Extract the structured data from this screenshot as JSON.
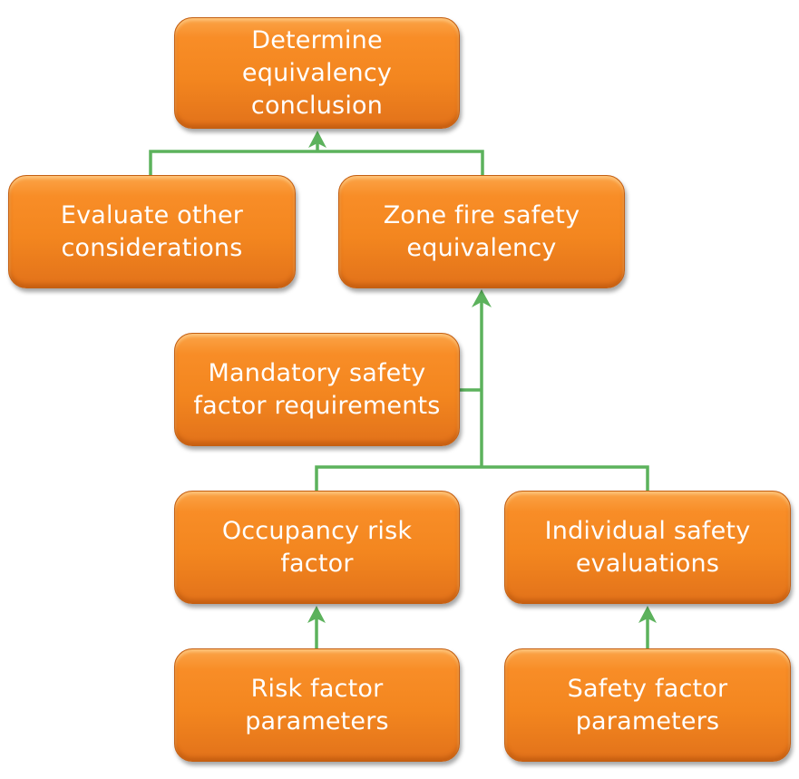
{
  "diagram": {
    "type": "flowchart",
    "colors": {
      "node_fill": "#f5891f",
      "node_border": "#c45f12",
      "node_text": "#ffffff",
      "connector": "#5cb25c"
    },
    "nodes": [
      {
        "id": "determine",
        "label": "Determine\nequivalency\nconclusion"
      },
      {
        "id": "evaluate-other",
        "label": "Evaluate other\nconsiderations"
      },
      {
        "id": "zone-fire",
        "label": "Zone fire safety\nequivalency"
      },
      {
        "id": "mandatory",
        "label": "Mandatory safety\nfactor requirements"
      },
      {
        "id": "occupancy-risk",
        "label": "Occupancy risk\nfactor"
      },
      {
        "id": "individual-safety",
        "label": "Individual safety\nevaluations"
      },
      {
        "id": "risk-params",
        "label": "Risk factor\nparameters"
      },
      {
        "id": "safety-params",
        "label": "Safety factor\nparameters"
      }
    ],
    "edges": [
      {
        "from": "evaluate-other",
        "to": "determine"
      },
      {
        "from": "zone-fire",
        "to": "determine"
      },
      {
        "from": "mandatory",
        "to": "zone-fire"
      },
      {
        "from": "occupancy-risk",
        "to": "zone-fire"
      },
      {
        "from": "individual-safety",
        "to": "zone-fire"
      },
      {
        "from": "risk-params",
        "to": "occupancy-risk"
      },
      {
        "from": "safety-params",
        "to": "individual-safety"
      }
    ]
  }
}
